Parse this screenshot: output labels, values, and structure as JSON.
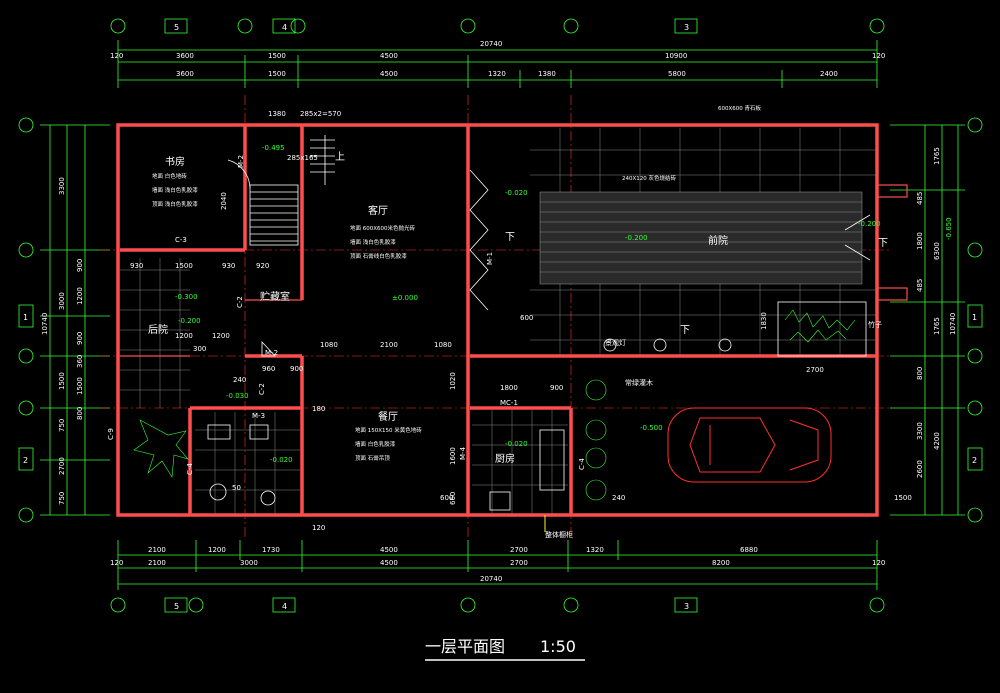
{
  "title": "一层平面图",
  "scale": "1:50",
  "top_axes": [
    "5",
    "4",
    "3"
  ],
  "bottom_axes": [
    "5",
    "4",
    "3"
  ],
  "side_axes": [
    "1",
    "2"
  ],
  "top_dims": {
    "total": "20740",
    "row1": [
      "120",
      "3600",
      "1500",
      "4500",
      "10900",
      "120"
    ],
    "row2": [
      "3600",
      "1500",
      "4500",
      "1320",
      "1380",
      "5800",
      "2400"
    ]
  },
  "bottom_dims": {
    "row1": [
      "2100",
      "1200",
      "1730",
      "4500",
      "2700",
      "1320",
      "6880"
    ],
    "row2": [
      "120",
      "2100",
      "3000",
      "4500",
      "2700",
      "8200",
      "120"
    ],
    "total": "20740"
  },
  "left_dims": {
    "total": "10740",
    "col": [
      "3300",
      "3000",
      "1500",
      "750",
      "2700",
      "750"
    ],
    "inner": [
      "900",
      "1200",
      "900",
      "360",
      "800",
      "1500"
    ]
  },
  "right_dims": {
    "total": "10740",
    "col": [
      "1765",
      "6300",
      "1765",
      "4200"
    ],
    "inner": [
      "485",
      "1800",
      "485",
      "3300",
      "2600",
      "800"
    ],
    "level": "-0.650"
  },
  "rooms": {
    "study": "书房",
    "storage": "贮藏室",
    "living": "客厅",
    "backyard": "后院",
    "dining": "餐厅",
    "kitchen": "厨房",
    "front_yard": "前院",
    "bamboo": "竹子",
    "evergreen": "常绿灌木",
    "lamp": "景观灯",
    "lamp_cap": "整体橱柜"
  },
  "notes": {
    "study": [
      "地面  白色地砖",
      "墙面  浅白色乳胶漆",
      "顶面  浅白色乳胶漆"
    ],
    "living": [
      "地面  600X600米色抛光砖",
      "墙面  浅白色乳胶漆",
      "顶面  石膏线白色乳胶漆"
    ],
    "dining": [
      "地面  150X150 米黄色地砖",
      "墙面  白色乳胶漆",
      "顶面  石膏吊顶"
    ],
    "front_yard": [
      "600X600 青石板",
      "240X120 灰色烧结砖"
    ]
  },
  "levels": [
    "±0.000",
    "-0.495",
    "-0.020",
    "-0.300",
    "-0.030",
    "-0.020",
    "-0.020",
    "-0.200",
    "-0.500",
    "-0.200",
    "-0.200"
  ],
  "doors": [
    "M-2",
    "M-2",
    "M-3",
    "M-1",
    "M-4",
    "MC-1",
    "C-3",
    "C-2",
    "C-2",
    "C-9",
    "C-4",
    "C-4"
  ],
  "misc_dims": [
    "1380",
    "285x2=570",
    "285x165",
    "920",
    "2040",
    "930",
    "1500",
    "930",
    "1080",
    "2100",
    "1080",
    "300",
    "1200",
    "960",
    "600",
    "240",
    "180",
    "900",
    "1800",
    "900",
    "600",
    "1020",
    "1600",
    "660",
    "50",
    "2700",
    "1830",
    "120",
    "240",
    "1500",
    "1200",
    "下",
    "下",
    "下",
    "上"
  ]
}
